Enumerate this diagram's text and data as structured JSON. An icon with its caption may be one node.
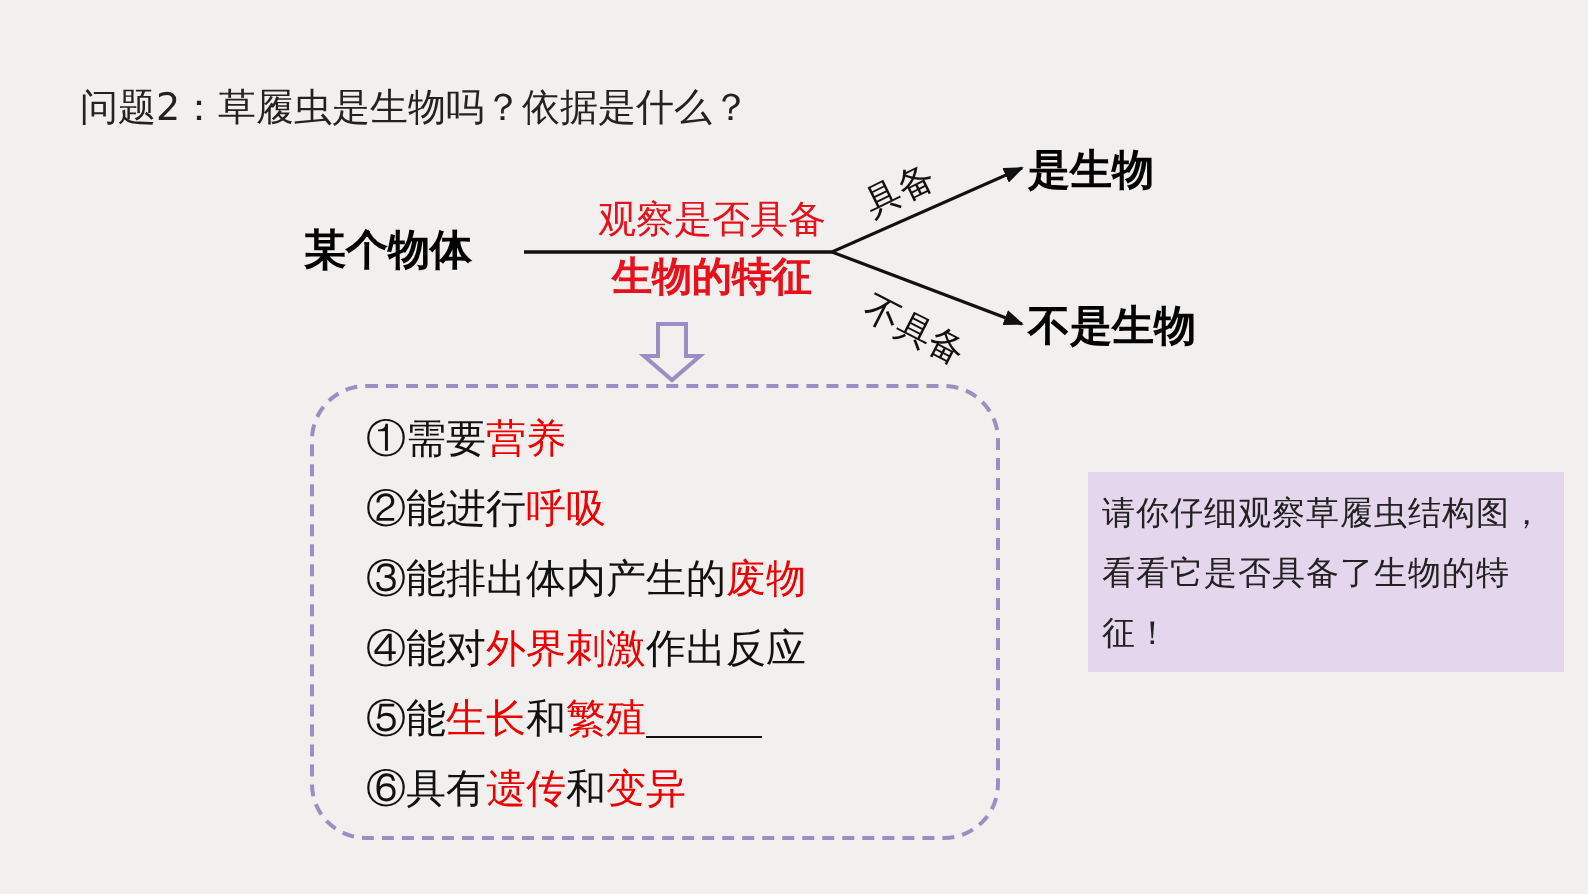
{
  "diagram": {
    "title": "问题2：草履虫是生物吗？依据是什么？",
    "nodes": [
      {
        "text": [
          "某个物体"
        ]
      },
      {
        "text": [
          "观察是否具备",
          "生物的特征"
        ]
      },
      {
        "text": [
          "是生物"
        ]
      },
      {
        "text": [
          "不是生物"
        ]
      },
      {
        "text": [
          "①需要**营养**",
          "②能进行**呼吸**",
          "③能排出体内产生的**废物**",
          "④能对**外界刺激**作出反应",
          "⑤能**生长**和**繁殖**",
          "⑥具有**遗传**和**变异**"
        ]
      },
      {
        "text": [
          "请你仔细观察草履虫结构图，看看它是否具备了生物的特征！"
        ]
      }
    ],
    "edges": [
      {
        "from": 0,
        "to": 2,
        "arrow": "to",
        "label": "具备"
      },
      {
        "from": 0,
        "to": 3,
        "arrow": "to",
        "label": "不具备"
      },
      {
        "from": 1,
        "to": 4,
        "arrow": "to",
        "style": "thick",
        "color": "#9b8ec4"
      }
    ]
  }
}
